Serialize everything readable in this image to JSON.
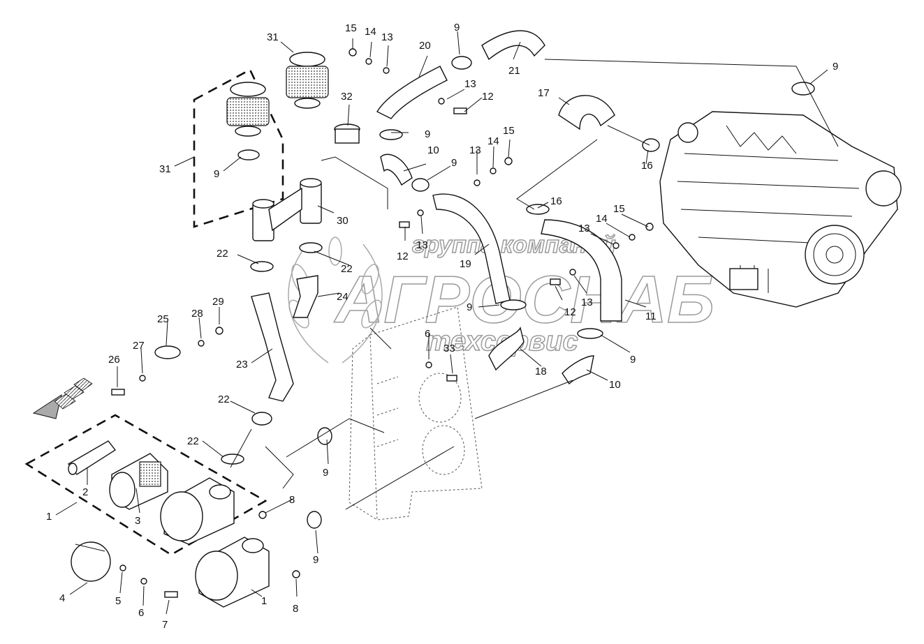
{
  "watermark": {
    "line1": "группа компаний",
    "line2": "АГРОСНАБ",
    "line3": "техсервис"
  },
  "callouts": [
    {
      "id": "c31a",
      "text": "31"
    },
    {
      "id": "c31b",
      "text": "31"
    },
    {
      "id": "c15a",
      "text": "15"
    },
    {
      "id": "c14a",
      "text": "14"
    },
    {
      "id": "c13a",
      "text": "13"
    },
    {
      "id": "c9a",
      "text": "9"
    },
    {
      "id": "c20",
      "text": "20"
    },
    {
      "id": "c21",
      "text": "21"
    },
    {
      "id": "c9b",
      "text": "9"
    },
    {
      "id": "c32",
      "text": "32"
    },
    {
      "id": "c13b",
      "text": "13"
    },
    {
      "id": "c12a",
      "text": "12"
    },
    {
      "id": "c9c",
      "text": "9"
    },
    {
      "id": "c17",
      "text": "17"
    },
    {
      "id": "c9d",
      "text": "9"
    },
    {
      "id": "c10a",
      "text": "10"
    },
    {
      "id": "c9e",
      "text": "9"
    },
    {
      "id": "c13c",
      "text": "13"
    },
    {
      "id": "c14b",
      "text": "14"
    },
    {
      "id": "c15b",
      "text": "15"
    },
    {
      "id": "c16a",
      "text": "16"
    },
    {
      "id": "c16b",
      "text": "16"
    },
    {
      "id": "c30",
      "text": "30"
    },
    {
      "id": "c12b",
      "text": "12"
    },
    {
      "id": "c13d",
      "text": "13"
    },
    {
      "id": "c15c",
      "text": "15"
    },
    {
      "id": "c14c",
      "text": "14"
    },
    {
      "id": "c13e",
      "text": "13"
    },
    {
      "id": "c22a",
      "text": "22"
    },
    {
      "id": "c22b",
      "text": "22"
    },
    {
      "id": "c19",
      "text": "19"
    },
    {
      "id": "c24",
      "text": "24"
    },
    {
      "id": "c12c",
      "text": "12"
    },
    {
      "id": "c13f",
      "text": "13"
    },
    {
      "id": "c9f",
      "text": "9"
    },
    {
      "id": "c11",
      "text": "11"
    },
    {
      "id": "c25",
      "text": "25"
    },
    {
      "id": "c28",
      "text": "28"
    },
    {
      "id": "c29",
      "text": "29"
    },
    {
      "id": "c6a",
      "text": "6"
    },
    {
      "id": "c33",
      "text": "33"
    },
    {
      "id": "c9g",
      "text": "9"
    },
    {
      "id": "c27",
      "text": "27"
    },
    {
      "id": "c26",
      "text": "26"
    },
    {
      "id": "c23",
      "text": "23"
    },
    {
      "id": "c18",
      "text": "18"
    },
    {
      "id": "c10b",
      "text": "10"
    },
    {
      "id": "c22c",
      "text": "22"
    },
    {
      "id": "c22d",
      "text": "22"
    },
    {
      "id": "c9h",
      "text": "9"
    },
    {
      "id": "c2",
      "text": "2"
    },
    {
      "id": "c1a",
      "text": "1"
    },
    {
      "id": "c3",
      "text": "3"
    },
    {
      "id": "c8a",
      "text": "8"
    },
    {
      "id": "c9i",
      "text": "9"
    },
    {
      "id": "c4",
      "text": "4"
    },
    {
      "id": "c5",
      "text": "5"
    },
    {
      "id": "c6b",
      "text": "6"
    },
    {
      "id": "c7",
      "text": "7"
    },
    {
      "id": "c1b",
      "text": "1"
    },
    {
      "id": "c8b",
      "text": "8"
    }
  ]
}
